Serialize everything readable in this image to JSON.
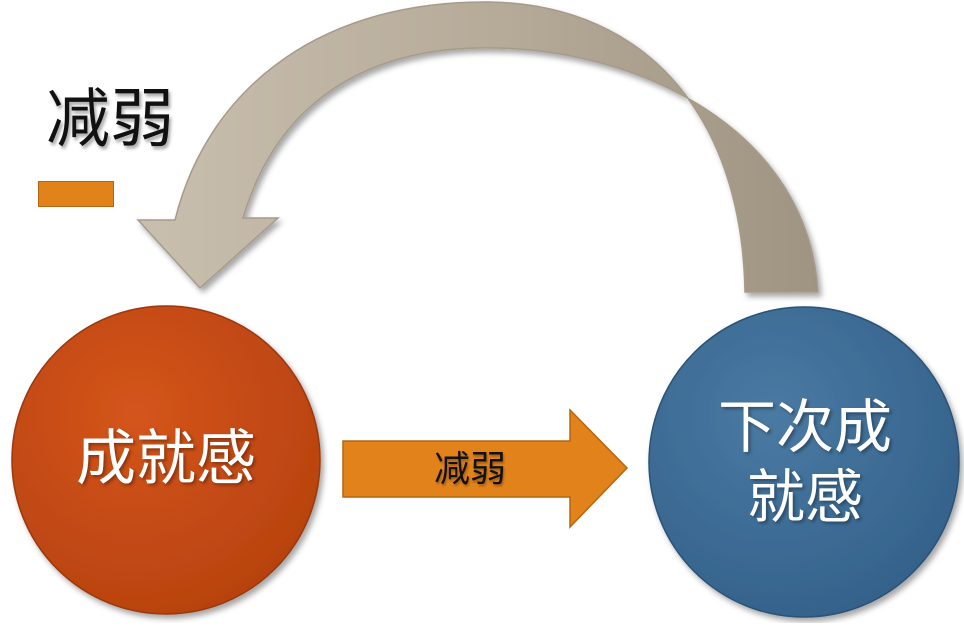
{
  "legend": {
    "title": "减弱",
    "swatch_color": "#e2821a"
  },
  "nodes": {
    "left": {
      "label": "成就感",
      "color": "#c74a14"
    },
    "right": {
      "line1": "下次成",
      "line2": "就感",
      "color": "#3f6f98"
    }
  },
  "edges": {
    "forward": {
      "label": "减弱",
      "color": "#e2821a"
    },
    "feedback": {
      "color": "#b0a595"
    }
  }
}
